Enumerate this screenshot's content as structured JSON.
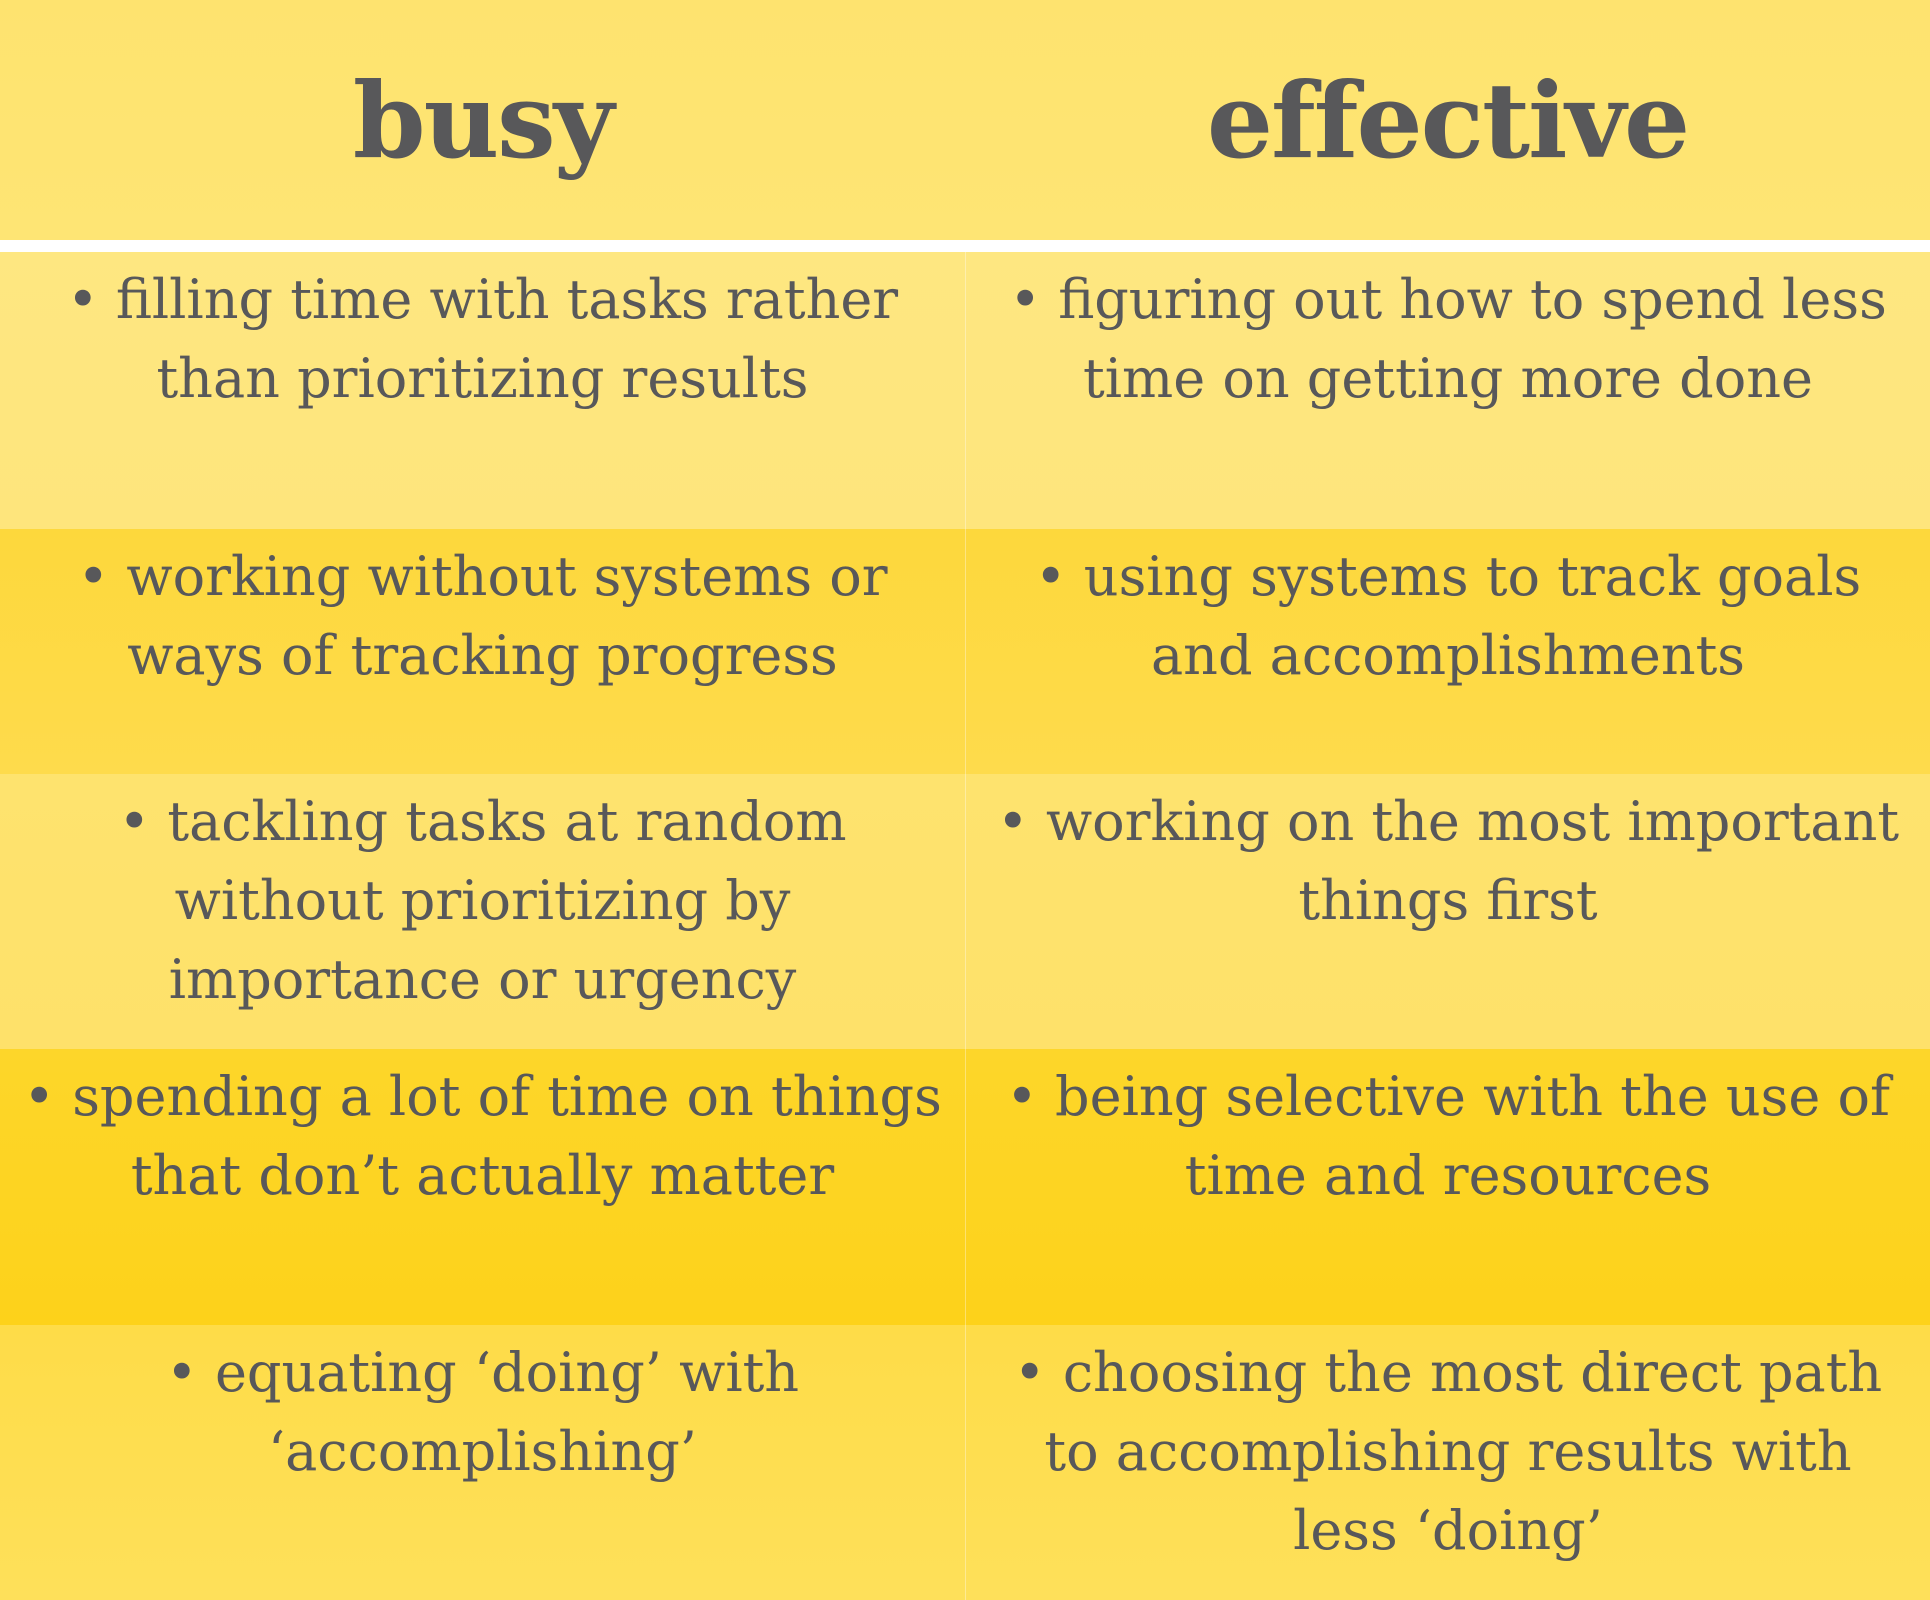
{
  "header": {
    "left": "busy",
    "right": "effective"
  },
  "rows": [
    {
      "busy": "• filling time with tasks rather than prioritizing results",
      "effective": "• figuring out how to spend less time on getting more done"
    },
    {
      "busy": "• working without systems or ways of tracking progress",
      "effective": "• using systems to track goals and accomplishments"
    },
    {
      "busy": "• tackling tasks at random without prioritizing by importance or urgency",
      "effective": "• working on the most important things first"
    },
    {
      "busy": "• spending a lot of time on things that don’t actually matter",
      "effective": "• being selective with the use of time and resources"
    },
    {
      "busy": "• equating ‘doing’ with ‘accomplishing’",
      "effective": "• choosing the most direct path to accomplishing results with less ‘doing’"
    }
  ],
  "colors": {
    "text": "#58585a",
    "header_bg": "#fee36f",
    "divider": "#ffffff"
  }
}
